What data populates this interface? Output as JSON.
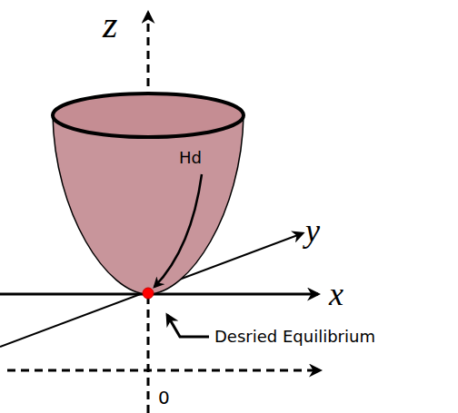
{
  "diagram": {
    "nodes": [
      {
        "text": [
          "Hd"
        ]
      }
    ],
    "labels": [
      "z",
      "y",
      "x",
      "Desried Equilibrium",
      "0"
    ]
  }
}
